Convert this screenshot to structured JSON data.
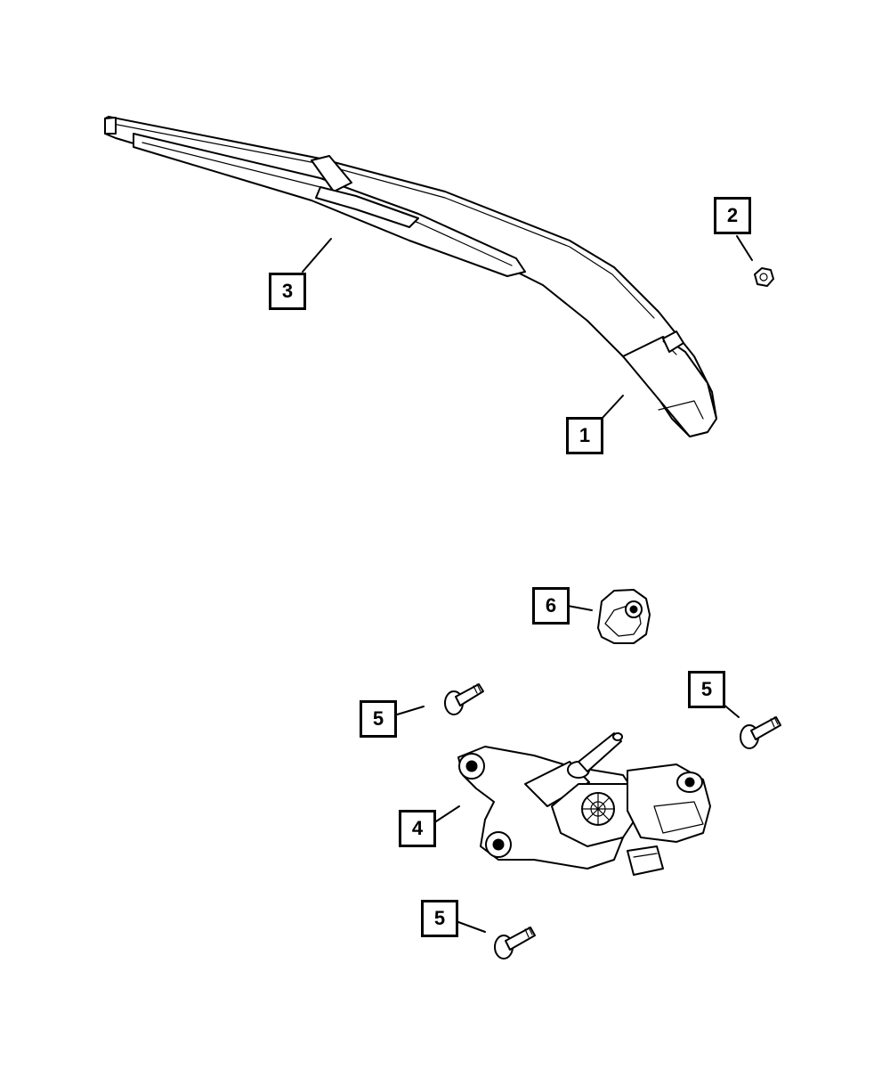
{
  "callouts": [
    {
      "id": "arm",
      "label": "1"
    },
    {
      "id": "nut",
      "label": "2"
    },
    {
      "id": "blade",
      "label": "3"
    },
    {
      "id": "motor",
      "label": "4"
    },
    {
      "id": "bolt-left",
      "label": "5"
    },
    {
      "id": "bolt-right",
      "label": "5"
    },
    {
      "id": "bolt-bottom",
      "label": "5"
    },
    {
      "id": "cap",
      "label": "6"
    }
  ]
}
